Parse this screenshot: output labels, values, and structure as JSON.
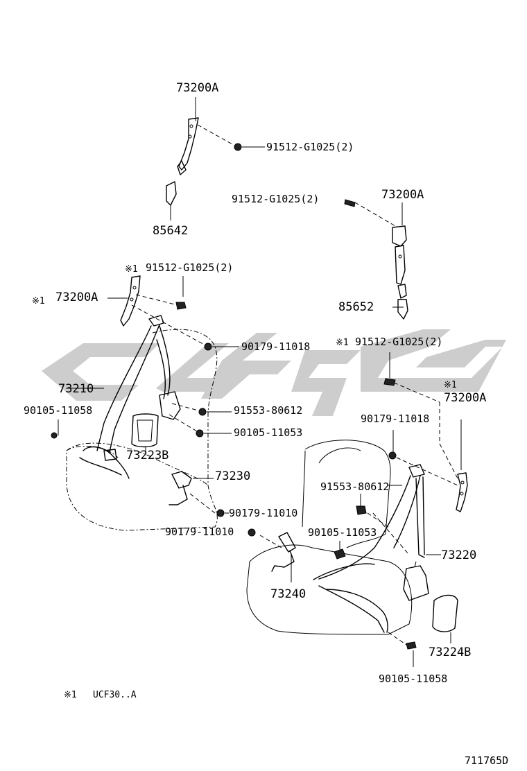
{
  "watermark": {
    "color": "#c8c8c8"
  },
  "labels": {
    "upper_anchor_top": "73200A",
    "bolt_top": "91512-G1025(2)",
    "adjuster_top": "85642",
    "bolt_right_top": "91512-G1025(2)",
    "upper_anchor_right_top": "73200A",
    "adjuster_right": "85652",
    "note_mark_left_bolt": "※1",
    "bolt_left": "91512-G1025(2)",
    "note_mark_left_anchor": "※1",
    "upper_anchor_left": "73200A",
    "nut_left": "90179-11018",
    "belt_left": "73210",
    "note_mark_right_bolt": "※1",
    "bolt_right": "91512-G1025(2)",
    "note_mark_right_anchor": "※1",
    "upper_anchor_right": "73200A",
    "bolt_left_lower": "90105-11058",
    "screw_left": "91553-80612",
    "bolt_left_mid": "90105-11053",
    "nut_right": "90179-11018",
    "cover_left": "73223B",
    "buckle_left": "73230",
    "screw_right": "91553-80612",
    "nut_left_lower": "90179-11010",
    "nut_right_lower": "90179-11010",
    "bolt_right_mid": "90105-11053",
    "belt_right": "73220",
    "buckle_right": "73240",
    "cover_right": "73224B",
    "bolt_right_lower": "90105-11058",
    "footnote_mark": "※1",
    "footnote_text": "UCF30..A",
    "diagram_id": "711765D"
  }
}
